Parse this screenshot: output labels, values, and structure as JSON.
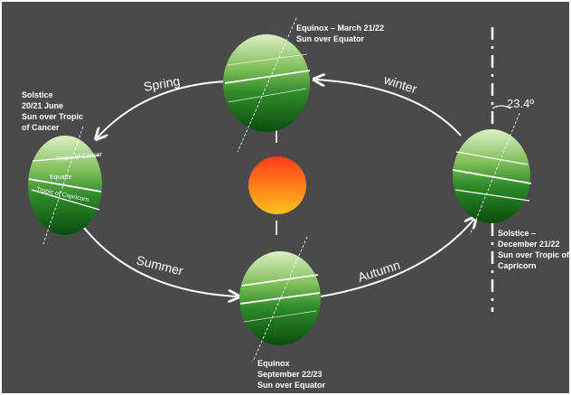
{
  "colors": {
    "background": "#4a4a4a",
    "globe_dark": "#0f5a12",
    "globe_light": "#c8e6a8",
    "sun_top": "#ff3b1a",
    "sun_bottom": "#ffc21a",
    "orbit": "#ffffff",
    "text": "#ffffff"
  },
  "labels": {
    "equinox_march": [
      "Equinox – March 21/22",
      "Sun over Equator"
    ],
    "solstice_june": [
      "Solstice",
      "20/21 June",
      "Sun over Tropic",
      "of Cancer"
    ],
    "solstice_december": [
      "Solstice –",
      "December 21/22",
      "Sun over Tropic of",
      "Capricorn"
    ],
    "equinox_september": [
      "Equinox",
      "September 22/23",
      "Sun over Equator"
    ]
  },
  "seasons": {
    "spring": "Spring",
    "winter": "winter",
    "summer": "Summer",
    "autumn": "Autumn"
  },
  "bands": {
    "cancer": "Tropic of Cancer",
    "equator": "Equator",
    "capricorn": "Tropic of Capricorn"
  },
  "tilt": "23.4º"
}
